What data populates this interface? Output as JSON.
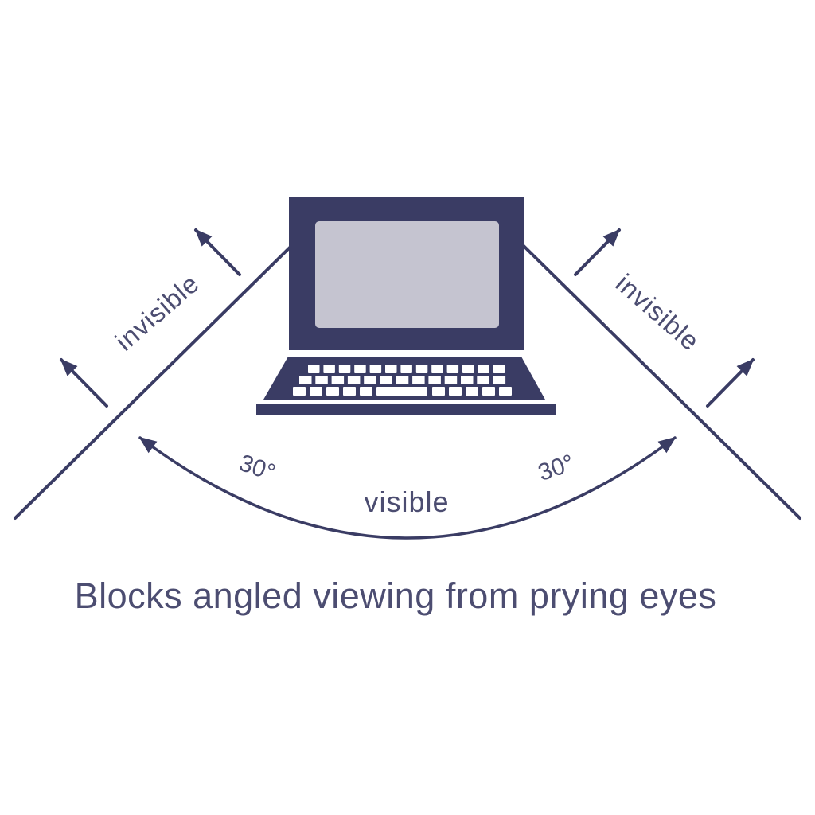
{
  "diagram": {
    "caption": "Blocks angled viewing from prying eyes",
    "labels": {
      "invisible_left": "invisible",
      "invisible_right": "invisible",
      "visible": "visible",
      "angle_left": "30°",
      "angle_right": "30°"
    },
    "colors": {
      "navy": "#3a3c64",
      "screen_gray": "#c5c4d0",
      "label_text": "#4c4d71",
      "background": "#ffffff"
    },
    "viewing_angle_degrees": 30
  }
}
